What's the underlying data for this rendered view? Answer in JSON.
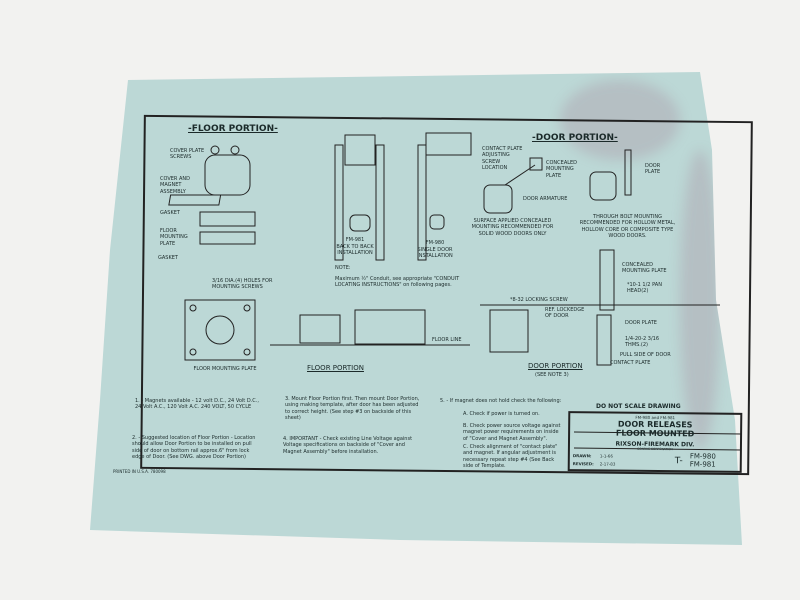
{
  "floor_portion": {
    "title": "-FLOOR PORTION-",
    "labels": [
      "COVER PLATE SCREWS",
      "COVER AND MAGNET ASSEMBLY",
      "GASKET",
      "FLOOR MOUNTING PLATE",
      "GASKET"
    ],
    "holes_note": "3/16 DIA.(4) HOLES FOR MOUNTING SCREWS",
    "plate_caption": "FLOOR MOUNTING PLATE",
    "section_title": "FLOOR PORTION",
    "floor_line": "FLOOR LINE"
  },
  "installations": [
    {
      "model": "FM-981",
      "caption": "BACK TO BACK INSTALLATION"
    },
    {
      "model": "FM-980",
      "caption": "SINGLE DOOR INSTALLATION"
    }
  ],
  "note": {
    "heading": "NOTE:",
    "text": "Maximum ½\" Conduit, see appropriate \"CONDUIT LOCATING INSTRUCTIONS\" on following pages."
  },
  "door_portion": {
    "title": "-DOOR PORTION-",
    "labels": [
      "CONTACT PLATE ADJUSTING SCREW LOCATION",
      "CONCEALED MOUNTING PLATE",
      "DOOR ARMATURE",
      "DOOR PLATE"
    ],
    "surface": "SURFACE APPLIED CONCEALED MOUNTING RECOMMENDED FOR SOLID WOOD DOORS ONLY",
    "through": "THROUGH BOLT MOUNTING RECOMMENDED FOR HOLLOW METAL, HOLLOW CORE OR COMPOSITE TYPE WOOD DOORS.",
    "detail_labels": [
      "CONCEALED MOUNTING PLATE",
      "*10-1 1/2 PAN HEAD(2)",
      "*8-32 LOCKING SCREW",
      "REF. LOCKEDGE OF DOOR",
      "DOOR PLATE",
      "1/4-20-2 3/16 THMS.(2)",
      "PULL SIDE OF DOOR",
      "CONTACT PLATE"
    ],
    "section_title": "DOOR PORTION",
    "section_note": "(SEE NOTE 3)"
  },
  "instructions": [
    "1. - Magnets available - 12 volt D.C., 24 Volt D.C., 24 Volt A.C., 120 Volt A.C. 240 VOLT, 50 CYCLE",
    "2. - Suggested location of Floor Portion - Location should allow Door Portion to be installed on pull side of door on bottom rail approx.6\" from lock edge of Door. (See DWG. above Door Portion)",
    "3. Mount Floor Portion first. Then mount Door Portion, using making template, after door has been adjusted to correct height. (See step #3 on backside of this sheet)",
    "4. IMPORTANT - Check existing Line Voltage against Voltage specifications on backside of \"Cover and Magnet Assembly\" before installation.",
    "5. - If magnet does not hold check the following:",
    "A. Check if power is turned on.",
    "B. Check power source voltage against magnet power requirements on inside of \"Cover and Magnet Assembly\".",
    "C. Check alignment of \"contact plate\" and magnet. If angular adjustment is necessary repeat step #4 (See Back side of Template."
  ],
  "printed": "PRINTED IN U.S.A. 780098",
  "title_block": {
    "warning": "DO NOT SCALE DRAWING",
    "models_small": "FM-980 and FM-981",
    "title_line1": "DOOR RELEASES",
    "title_line2": "FLOOR MOUNTED",
    "company": "RIXSON-FIREMARK DIV.",
    "parent": "CONRAC CORPORATION",
    "drawn_label": "DRAWN:",
    "drawn_value": "1-1-66",
    "revised_label": "REVISED:",
    "revised_value": "2-17-83",
    "number_prefix": "T-",
    "number_1": "FM-980",
    "number_2": "FM-981"
  }
}
